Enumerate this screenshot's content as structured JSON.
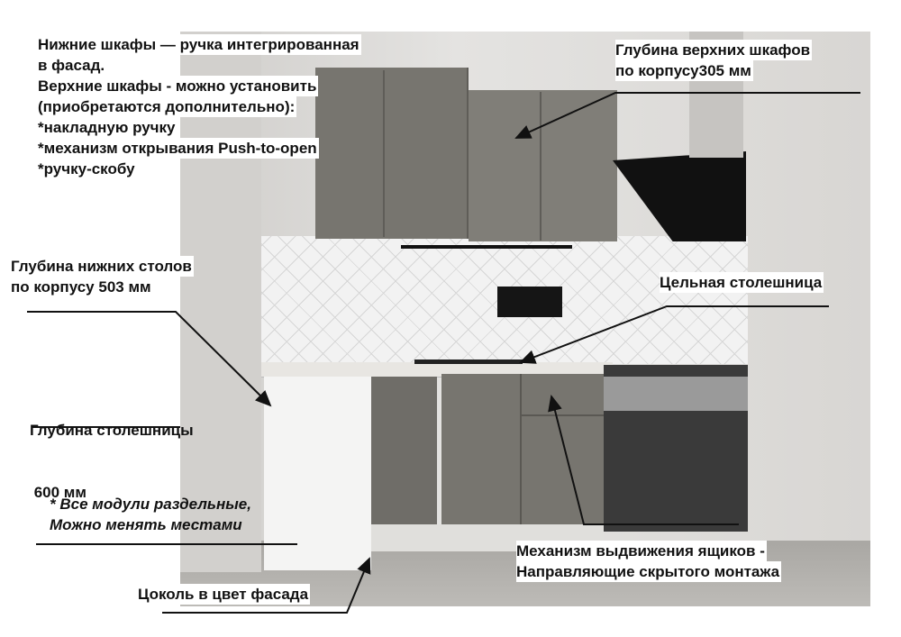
{
  "notes": {
    "handles": [
      "Нижние шкафы — ручка интегрированная",
      "в фасад.",
      "Верхние шкафы - можно установить",
      "(приобретаются дополнительно):",
      "*накладную ручку",
      "*механизм открывания Push-to-open",
      "*ручку-скобу"
    ],
    "upper_depth": [
      "Глубина верхних шкафов",
      "по корпусу305 мм"
    ],
    "lower_depth": [
      "Глубина нижних столов",
      "по корпусу 503 мм"
    ],
    "countertop": "Цельная столешница",
    "countertop_depth": [
      "Глубина столешницы",
      " 600 мм"
    ],
    "modules": [
      "* Все модули раздельные,",
      "Можно менять местами"
    ],
    "drawers": [
      "Механизм выдвижения ящиков -",
      "Направляющие скрытого монтажа"
    ],
    "plinth": "Цоколь в цвет фасада"
  },
  "colors": {
    "facade": "#77756f",
    "hood": "#111111",
    "countertop": "#e8e6e2"
  }
}
